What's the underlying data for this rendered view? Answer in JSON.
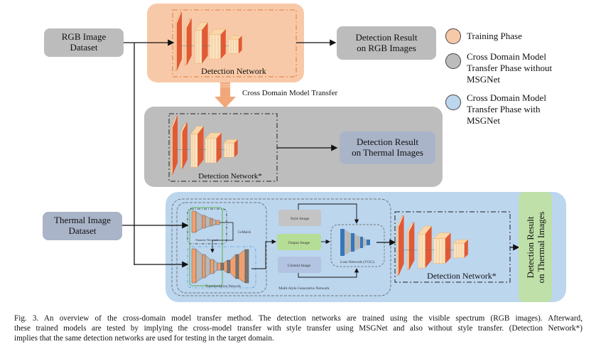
{
  "sources": {
    "rgb": "RGB Image Dataset",
    "rgb_lines": [
      "RGB Image",
      "Dataset"
    ],
    "thermal_lines": [
      "Thermal Image",
      "Dataset"
    ]
  },
  "training": {
    "network_label": "Detection Network",
    "color": "#f8c9a8"
  },
  "results": {
    "rgb_lines": [
      "Detection Result",
      "on RGB Images"
    ],
    "thermal_lines": [
      "Detection Result",
      "on Thermal Images"
    ],
    "thermal_vertical_lines": [
      "Detection Result",
      "on Thermal Images"
    ]
  },
  "transfer": {
    "arrow_label": "Cross Domain Model Transfer",
    "network_label": "Detection Network*"
  },
  "msgnet": {
    "siamese_label": "Siamese Network",
    "comatch_label": "CoMatch",
    "transformation_label": "Transformation Network",
    "style_image": "Style Image",
    "output_image": "Output Image",
    "content_image": "Content Image",
    "loss_network": "Loss Network (VGG)",
    "generative_label": "Multi-Style Generative Network",
    "network_label": "Detection Network*"
  },
  "legend": [
    {
      "label_lines": [
        "Training Phase"
      ],
      "color": "#f8c9a8"
    },
    {
      "label_lines": [
        "Cross Domain Model",
        "Transfer Phase without",
        "MSGNet"
      ],
      "color": "#bcbcbc"
    },
    {
      "label_lines": [
        "Cross Domain Model",
        "Transfer Phase with",
        "MSGNet"
      ],
      "color": "#bcd6ee"
    }
  ],
  "caption": {
    "lines": [
      "Fig. 3.  An overview of the cross-domain model transfer method. The detection networks are trained using the visible spectrum (RGB images). Afterward,",
      "these trained models are tested by implying the cross-model transfer with style transfer using MSGNet and also without style transfer. (Detection Network*)",
      "implies that the same detection networks are used for testing in the target domain."
    ]
  }
}
